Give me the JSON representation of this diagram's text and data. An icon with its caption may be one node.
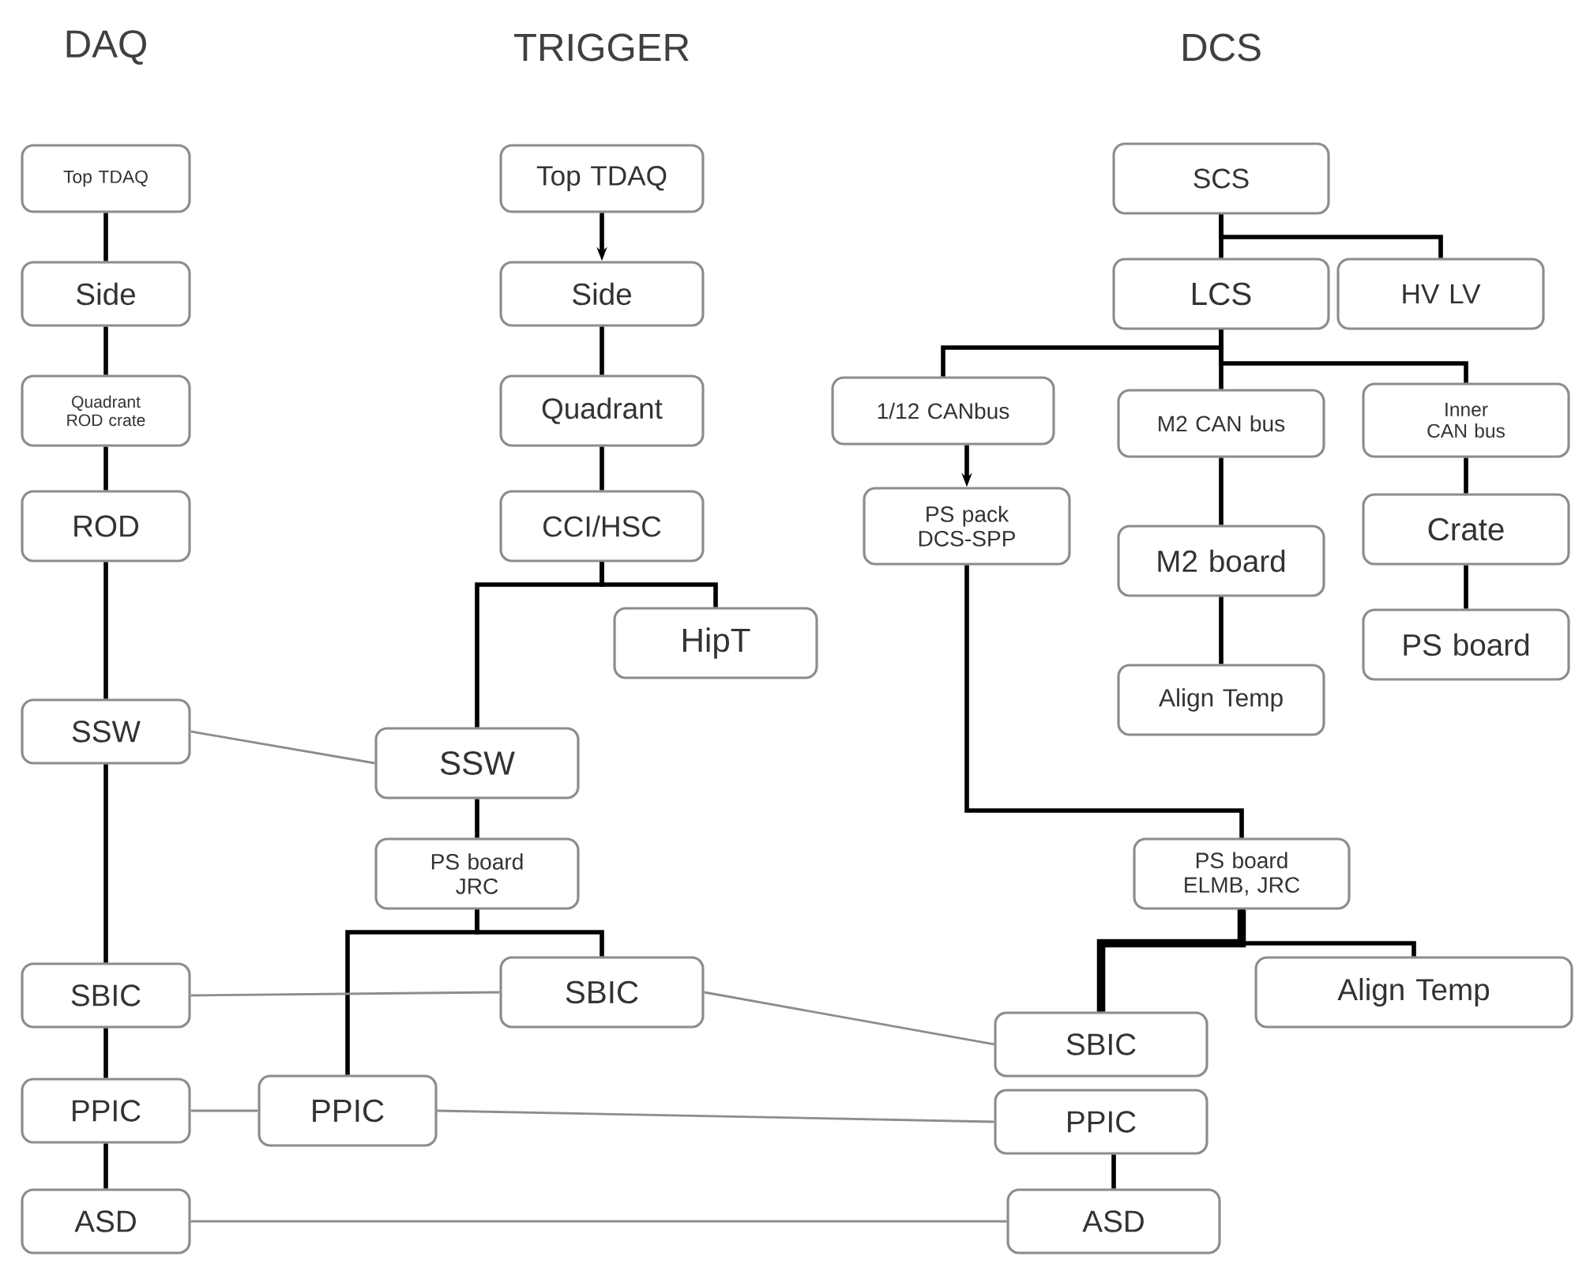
{
  "diagram": {
    "nodes": [
      {
        "text": [
          "Top TDAQ"
        ]
      },
      {
        "text": [
          "Side"
        ]
      },
      {
        "text": [
          "Quadrant ROD crate"
        ]
      },
      {
        "text": [
          "ROD"
        ]
      },
      {
        "text": [
          "SSW"
        ]
      },
      {
        "text": [
          "SBIC"
        ]
      },
      {
        "text": [
          "PPIC"
        ]
      },
      {
        "text": [
          "ASD"
        ]
      },
      {
        "text": [
          "Top TDAQ"
        ]
      },
      {
        "text": [
          "Side"
        ]
      },
      {
        "text": [
          "Quadrant"
        ]
      },
      {
        "text": [
          "CCI/HSC"
        ]
      },
      {
        "text": [
          "HipT"
        ]
      },
      {
        "text": [
          "SSW"
        ]
      },
      {
        "text": [
          "PS board JRC"
        ]
      },
      {
        "text": [
          "SBIC"
        ]
      },
      {
        "text": [
          "PPIC"
        ]
      },
      {
        "text": [
          "SCS"
        ]
      },
      {
        "text": [
          "LCS"
        ]
      },
      {
        "text": [
          "HV LV"
        ]
      },
      {
        "text": [
          "1/12 CANbus"
        ]
      },
      {
        "text": [
          "M2 CAN bus"
        ]
      },
      {
        "text": [
          "Inner CAN bus"
        ]
      },
      {
        "text": [
          "PS pack DCS-SPP"
        ]
      },
      {
        "text": [
          "M2 board"
        ]
      },
      {
        "text": [
          "Crate"
        ]
      },
      {
        "text": [
          "PS board"
        ]
      },
      {
        "text": [
          "Align Temp"
        ]
      },
      {
        "text": [
          "PS board ELMB, JRC"
        ]
      },
      {
        "text": [
          "Align Temp"
        ]
      },
      {
        "text": [
          "SBIC"
        ]
      },
      {
        "text": [
          "PPIC"
        ]
      },
      {
        "text": [
          "ASD"
        ]
      }
    ],
    "edges": [
      {
        "from": 0,
        "to": 1,
        "arrow": "none"
      },
      {
        "from": 1,
        "to": 2,
        "arrow": "none"
      },
      {
        "from": 2,
        "to": 3,
        "arrow": "none"
      },
      {
        "from": 3,
        "to": 4,
        "arrow": "none"
      },
      {
        "from": 4,
        "to": 5,
        "arrow": "none"
      },
      {
        "from": 5,
        "to": 6,
        "arrow": "none"
      },
      {
        "from": 6,
        "to": 7,
        "arrow": "none"
      },
      {
        "from": 8,
        "to": 9,
        "arrow": "to"
      },
      {
        "from": 9,
        "to": 10,
        "arrow": "none"
      },
      {
        "from": 10,
        "to": 11,
        "arrow": "none"
      },
      {
        "from": 11,
        "to": 12,
        "arrow": "none"
      },
      {
        "from": 11,
        "to": 13,
        "arrow": "none"
      },
      {
        "from": 13,
        "to": 14,
        "arrow": "none"
      },
      {
        "from": 14,
        "to": 15,
        "arrow": "none"
      },
      {
        "from": 14,
        "to": 16,
        "arrow": "none"
      },
      {
        "from": 4,
        "to": 13,
        "arrow": "none",
        "color": "#8c8c8c"
      },
      {
        "from": 5,
        "to": 15,
        "arrow": "none",
        "color": "#8c8c8c"
      },
      {
        "from": 6,
        "to": 16,
        "arrow": "none",
        "color": "#8c8c8c"
      },
      {
        "from": 15,
        "to": 30,
        "arrow": "none",
        "color": "#8c8c8c"
      },
      {
        "from": 16,
        "to": 31,
        "arrow": "none",
        "color": "#8c8c8c"
      },
      {
        "from": 7,
        "to": 32,
        "arrow": "none",
        "color": "#8c8c8c"
      },
      {
        "from": 17,
        "to": 18,
        "arrow": "none"
      },
      {
        "from": 17,
        "to": 19,
        "arrow": "none"
      },
      {
        "from": 18,
        "to": 20,
        "arrow": "none"
      },
      {
        "from": 18,
        "to": 21,
        "arrow": "none"
      },
      {
        "from": 18,
        "to": 22,
        "arrow": "none"
      },
      {
        "from": 20,
        "to": 23,
        "arrow": "to"
      },
      {
        "from": 21,
        "to": 24,
        "arrow": "none"
      },
      {
        "from": 24,
        "to": 27,
        "arrow": "none"
      },
      {
        "from": 22,
        "to": 25,
        "arrow": "none"
      },
      {
        "from": 25,
        "to": 26,
        "arrow": "none"
      },
      {
        "from": 23,
        "to": 28,
        "arrow": "none"
      },
      {
        "from": 28,
        "to": 29,
        "arrow": "none"
      },
      {
        "from": 28,
        "to": 30,
        "arrow": "none",
        "style": "thick"
      },
      {
        "from": 31,
        "to": 32,
        "arrow": "none"
      }
    ],
    "labels": [
      "DAQ",
      "TRIGGER",
      "DCS"
    ]
  }
}
